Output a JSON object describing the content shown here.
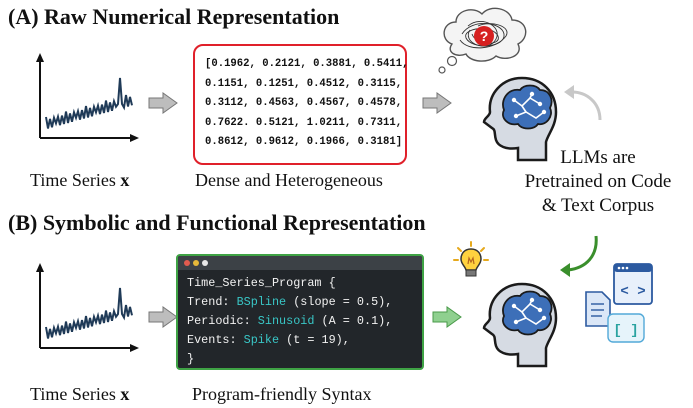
{
  "section_a": {
    "title": "(A) Raw Numerical Representation",
    "caption_ts": "Time Series ",
    "caption_ts_bold": "x",
    "caption_dense": "Dense and Heterogeneous",
    "numbers": [
      "[0.1962, 0.2121, 0.3881, 0.5411,",
      "0.1151, 0.1251, 0.4512, 0.3115,",
      "0.3112, 0.4563, 0.4567, 0.4578,",
      "0.7622. 0.5121, 1.0211, 0.7311,",
      "0.8612, 0.9612, 0.1966, 0.3181]"
    ]
  },
  "section_b": {
    "title": "(B) Symbolic and Functional Representation",
    "caption_ts": "Time Series ",
    "caption_ts_bold": "x",
    "caption_program": "Program-friendly Syntax",
    "program": {
      "line1": "Time_Series_Program {",
      "trend_key": "Trend: ",
      "trend_fn": "BSpline",
      "trend_args": " (slope = 0.5),",
      "periodic_key": "Periodic: ",
      "periodic_fn": "Sinusoid",
      "periodic_args": " (A = 0.1),",
      "events_key": "Events: ",
      "events_fn": "Spike",
      "events_args": " (t = 19),",
      "close": "}"
    }
  },
  "llm_note": {
    "line1": "LLMs are",
    "line2": "Pretrained on Code",
    "line3": "& Text Corpus"
  },
  "icons": {
    "question": "?",
    "brackets": "[ ]",
    "code": "< >"
  },
  "colors": {
    "red_border": "#e0202a",
    "green_border": "#3fa345",
    "code_bg": "#22262a",
    "code_keyword": "#39c6c6",
    "series_line": "#1f3a57",
    "brain_blue": "#3d6fb8"
  }
}
